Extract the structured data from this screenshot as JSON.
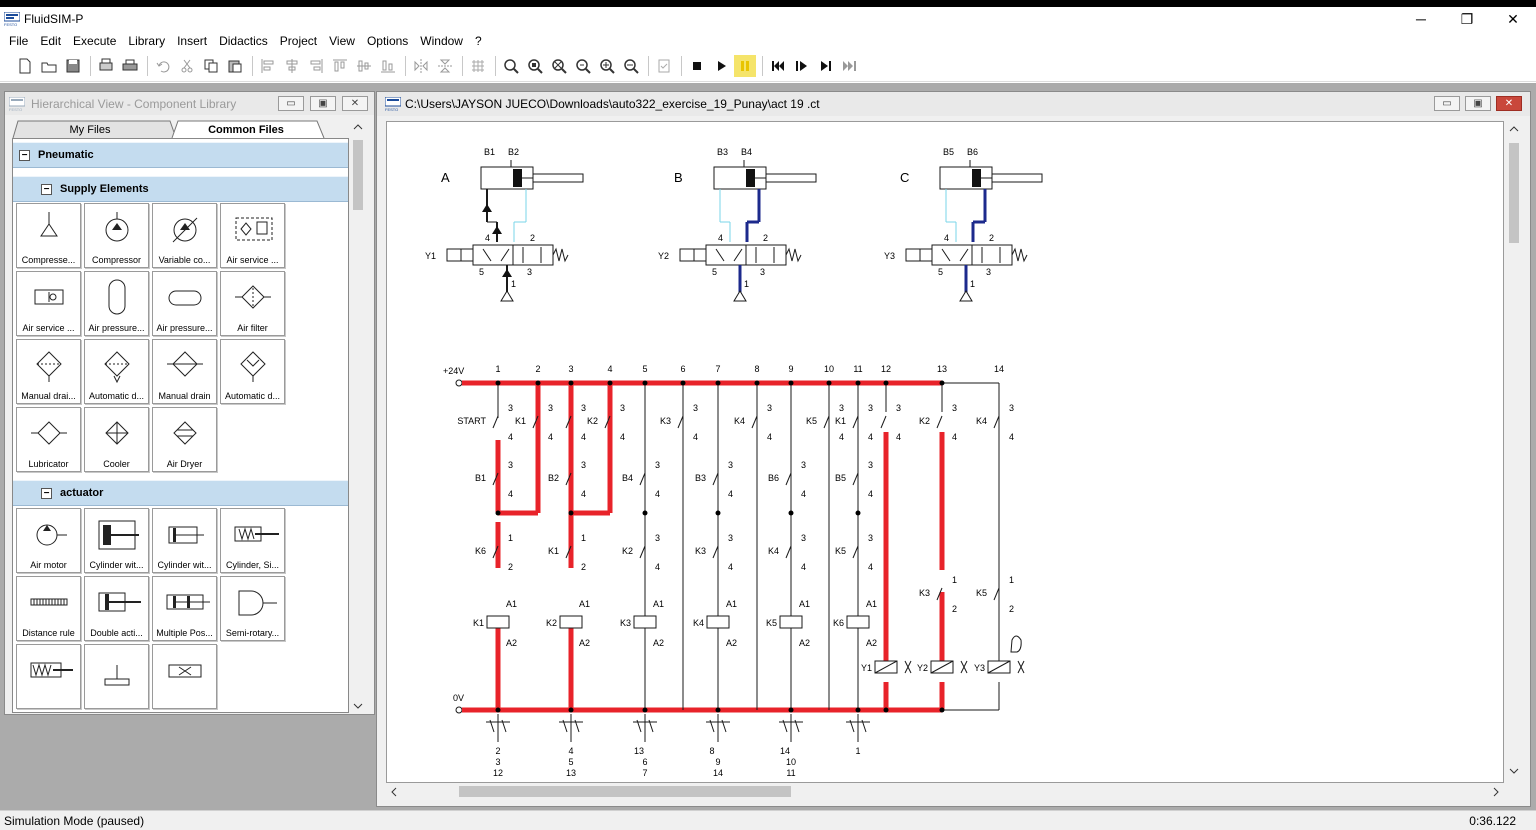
{
  "app": {
    "title": "FluidSIM-P",
    "logo_text": "FESTO"
  },
  "window_controls": {
    "minimize": "─",
    "maximize": "❐",
    "close": "✕"
  },
  "menu": [
    "File",
    "Edit",
    "Execute",
    "Library",
    "Insert",
    "Didactics",
    "Project",
    "View",
    "Options",
    "Window",
    "?"
  ],
  "toolbar": {
    "buttons": [
      "new-icon",
      "open-icon",
      "save-icon",
      "print-preview-icon",
      "print-icon",
      "undo-icon",
      "cut-icon",
      "copy-icon",
      "paste-icon",
      "align-left-icon",
      "align-center-icon",
      "align-right-icon",
      "align-top-icon",
      "align-middle-icon",
      "align-bottom-icon",
      "flip-horizontal-icon",
      "flip-vertical-icon",
      "grid-icon",
      "zoom-fit-icon",
      "zoom-all-icon",
      "zoom-window-icon",
      "zoom-previous-icon",
      "zoom-in-icon",
      "zoom-out-icon",
      "check-icon",
      "stop-icon",
      "play-icon",
      "pause-icon",
      "reset-icon",
      "step-icon",
      "step-end-icon",
      "fast-forward-icon"
    ],
    "active": "pause-icon",
    "highlight_color": "#f5e46a"
  },
  "library": {
    "title": "Hierarchical View - Component Library",
    "tabs": [
      "My Files",
      "Common Files"
    ],
    "active_tab": "Common Files",
    "groups": {
      "pneumatic": "Pneumatic",
      "supply": "Supply Elements",
      "actuator": "actuator"
    },
    "supply_items": [
      "Compresse...",
      "Compressor",
      "Variable co...",
      "Air service ...",
      "Air service ...",
      "Air pressure...",
      "Air pressure...",
      "Air filter",
      "Manual drai...",
      "Automatic d...",
      "Manual drain",
      "Automatic d...",
      "Lubricator",
      "Cooler",
      "Air Dryer"
    ],
    "actuator_items": [
      "Air motor",
      "Cylinder wit...",
      "Cylinder wit...",
      "Cylinder, Si...",
      "Distance rule",
      "Double acti...",
      "Multiple Pos...",
      "Semi-rotary...",
      "",
      "",
      ""
    ]
  },
  "circuit": {
    "path": "C:\\Users\\JAYSON JUECO\\Downloads\\auto322_exercise_19_Punay\\act 19 .ct",
    "cylinders": [
      {
        "id": "A",
        "sensors": [
          "B1",
          "B2"
        ],
        "solenoid": "Y1",
        "ports": [
          "4",
          "2",
          "5",
          "1",
          "3"
        ]
      },
      {
        "id": "B",
        "sensors": [
          "B3",
          "B4"
        ],
        "solenoid": "Y2",
        "ports": [
          "4",
          "2",
          "5",
          "1",
          "3"
        ]
      },
      {
        "id": "C",
        "sensors": [
          "B5",
          "B6"
        ],
        "solenoid": "Y3",
        "ports": [
          "4",
          "2",
          "5",
          "1",
          "3"
        ]
      }
    ],
    "rail_top": "+24V",
    "rail_bottom": "0V",
    "columns": [
      "1",
      "2",
      "3",
      "4",
      "5",
      "6",
      "7",
      "8",
      "9",
      "10",
      "11",
      "12",
      "13",
      "14"
    ],
    "start_label": "START",
    "contact_labels": [
      "K1",
      "K2",
      "K3",
      "K4",
      "K5",
      "K1",
      "K2",
      "K4",
      "B1",
      "B2",
      "B4",
      "B3",
      "B6",
      "B5",
      "K6",
      "K1",
      "K2",
      "K3",
      "K4",
      "K5",
      "K3",
      "K5"
    ],
    "coil_labels": [
      "K1",
      "K2",
      "K3",
      "K4",
      "K5",
      "K6"
    ],
    "terminal_labels": [
      "3",
      "4",
      "1",
      "2",
      "A1",
      "A2"
    ],
    "valve_labels": [
      "Y1",
      "Y2",
      "Y3"
    ],
    "contact_table": [
      {
        "coil": "K1",
        "lines": [
          "2",
          "3",
          "12"
        ]
      },
      {
        "coil": "K2",
        "lines": [
          "4",
          "5",
          "13"
        ]
      },
      {
        "coil": "K3",
        "lines": [
          "13",
          "6",
          "7"
        ]
      },
      {
        "coil": "K4",
        "lines": [
          "8",
          "9",
          "14"
        ]
      },
      {
        "coil": "K5",
        "lines": [
          "14",
          "10",
          "11"
        ]
      },
      {
        "coil": "K6",
        "lines": [
          "1"
        ]
      }
    ],
    "active_color": "#e8232a",
    "line_color": "#1a1a1a",
    "hose_blue": "#1c2a8c",
    "hose_cyan": "#7ad6e8"
  },
  "status": {
    "mode": "Simulation Mode (paused)",
    "time": "0:36.122"
  }
}
